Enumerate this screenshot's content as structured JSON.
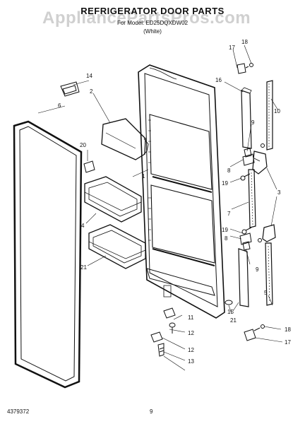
{
  "header": {
    "title": "REFRIGERATOR DOOR PARTS",
    "model_line": "For Model: ED25DQXDW02",
    "variant": "(White)"
  },
  "watermark": "AppliancePartsPros.com",
  "footer": {
    "part_number": "4379372",
    "page_number": "9"
  },
  "callouts": [
    "1",
    "2",
    "3",
    "4",
    "5",
    "6",
    "7",
    "8",
    "8",
    "9",
    "9",
    "10",
    "11",
    "12",
    "12",
    "13",
    "14",
    "15",
    "16",
    "17",
    "17",
    "18",
    "18",
    "19",
    "19",
    "20",
    "21",
    "21"
  ],
  "colors": {
    "ink": "#111111",
    "watermark": "#aaaaaa"
  }
}
